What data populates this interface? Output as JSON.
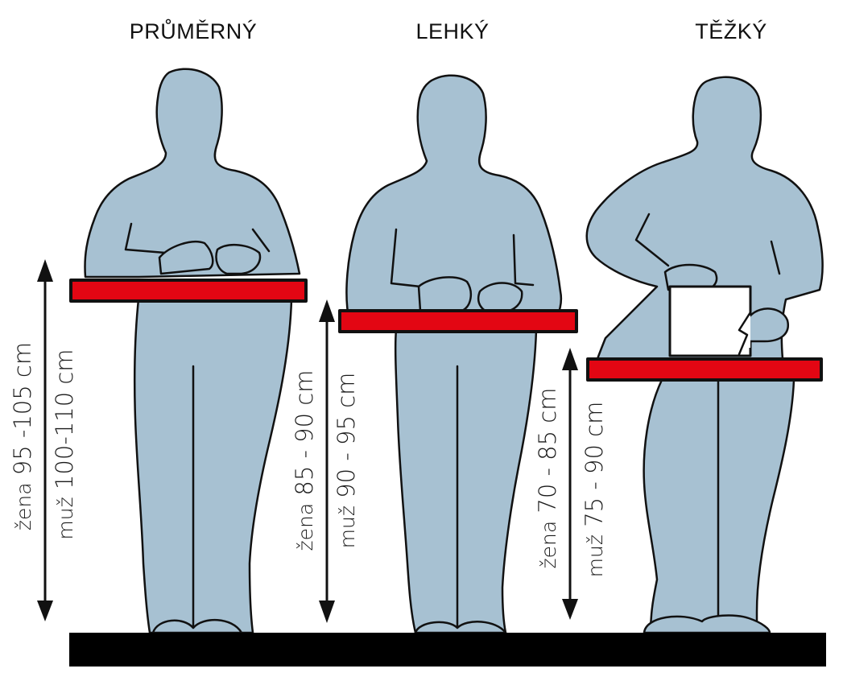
{
  "headings": {
    "average": "PRŮMĚRNÝ",
    "light": "LEHKÝ",
    "heavy": "TĚŽKÝ"
  },
  "labels": {
    "average": {
      "woman_word": "žena",
      "woman_range": "95 -105 cm",
      "man_word": "muž",
      "man_range": "100-110 cm"
    },
    "light": {
      "woman_word": "žena",
      "woman_range": "85 - 90 cm",
      "man_word": "muž",
      "man_range": "90 - 95 cm"
    },
    "heavy": {
      "woman_word": "žena",
      "woman_range": "70 - 85 cm",
      "man_word": "muž",
      "man_range": "75 - 90 cm"
    }
  },
  "colors": {
    "figure_fill": "#a7c1d2",
    "outline": "#111111",
    "worktop": "#e30613",
    "floor": "#000000",
    "box": "#ffffff"
  }
}
